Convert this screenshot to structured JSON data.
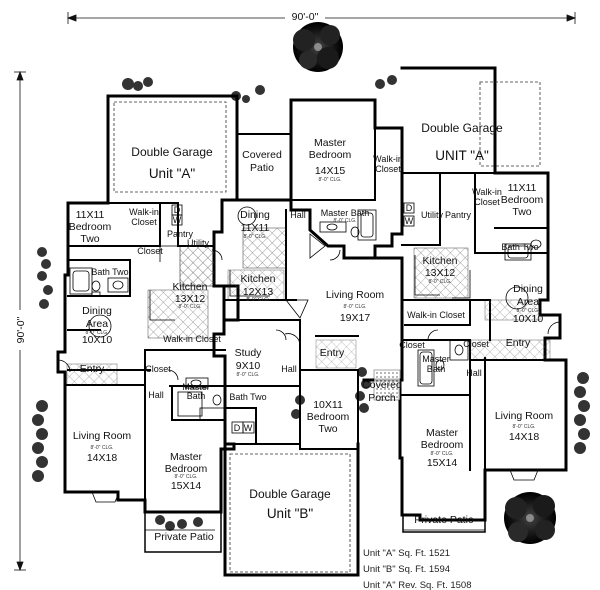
{
  "dimensions": {
    "width": "90'-0\"",
    "depth": "90'-0\""
  },
  "ceiling_note": "8'-0\" CLG.",
  "rooms": {
    "garage_a_left": {
      "name": "Double Garage",
      "sub": "Unit \"A\""
    },
    "garage_a_right": {
      "name": "Double Garage",
      "sub": "UNIT \"A\""
    },
    "garage_b": {
      "name": "Double Garage",
      "sub": "Unit \"B\""
    },
    "covered_patio": {
      "name": "Covered",
      "sub": "Patio"
    },
    "master_bedroom_b": {
      "name": "Master",
      "name2": "Bedroom",
      "size": "14X15"
    },
    "walkin_closet_b": {
      "name": "Walk-in",
      "name2": "Closet"
    },
    "hall_b": {
      "name": "Hall"
    },
    "master_bath_b": {
      "name": "Master Bath"
    },
    "dining_b": {
      "name": "Dining",
      "size": "11X11"
    },
    "kitchen_b": {
      "name": "Kitchen",
      "size": "12X13"
    },
    "living_room_b": {
      "name": "Living Room",
      "size": "19X17"
    },
    "study_b": {
      "name": "Study",
      "size": "9X10"
    },
    "entry_b": {
      "name": "Entry"
    },
    "hall_b2": {
      "name": "Hall"
    },
    "bath_two_b": {
      "name": "Bath Two"
    },
    "bedroom_two_b": {
      "name": "10X11",
      "name2": "Bedroom",
      "name3": "Two"
    },
    "covered_porch": {
      "name": "Covered",
      "sub": "Porch"
    },
    "bedroom_two_al": {
      "size": "11X11",
      "name": "Bedroom",
      "name2": "Two"
    },
    "walkin_closet_al": {
      "name": "Walk-in",
      "name2": "Closet"
    },
    "pantry_al": {
      "name": "Pantry"
    },
    "utility_al": {
      "name": "Utility"
    },
    "closet_al": {
      "name": "Closet"
    },
    "bath_two_al": {
      "name": "Bath Two"
    },
    "kitchen_al": {
      "name": "Kitchen",
      "size": "13X12"
    },
    "dining_area_al": {
      "name": "Dining",
      "name2": "Area",
      "size": "10X10"
    },
    "walkin_closet_al2": {
      "name": "Walk-in Closet"
    },
    "entry_al": {
      "name": "Entry"
    },
    "closet_al2": {
      "name": "Closet"
    },
    "hall_al": {
      "name": "Hall"
    },
    "master_bath_al": {
      "name": "Master",
      "name2": "Bath"
    },
    "living_room_al": {
      "name": "Living Room",
      "size": "14X18"
    },
    "master_bedroom_al": {
      "name": "Master",
      "name2": "Bedroom",
      "size": "15X14"
    },
    "private_patio_al": {
      "name": "Private Patio"
    },
    "bedroom_two_ar": {
      "size": "11X11",
      "name": "Bedroom",
      "name2": "Two"
    },
    "walkin_closet_ar": {
      "name": "Walk-in",
      "name2": "Closet"
    },
    "utility_ar": {
      "name": "Utility"
    },
    "pantry_ar": {
      "name": "Pantry"
    },
    "bath_two_ar": {
      "name": "Bath Two"
    },
    "kitchen_ar": {
      "name": "Kitchen",
      "size": "13X12"
    },
    "dining_area_ar": {
      "name": "Dining",
      "name2": "Area",
      "size": "10X10"
    },
    "walkin_closet_ar2": {
      "name": "Walk-in Closet"
    },
    "entry_ar": {
      "name": "Entry"
    },
    "closet_ar": {
      "name": "Closet"
    },
    "hall_ar": {
      "name": "Hall"
    },
    "master_bath_ar": {
      "name": "Master",
      "name2": "Bath"
    },
    "closet_ar2": {
      "name": "Closet"
    },
    "master_bedroom_ar": {
      "name": "Master",
      "name2": "Bedroom",
      "size": "15X14"
    },
    "living_room_ar": {
      "name": "Living Room",
      "size": "14X18"
    },
    "private_patio_ar": {
      "name": "Private Patio"
    }
  },
  "appliances": {
    "washer": "W",
    "dryer": "D"
  },
  "areas": [
    "Unit \"A\" Sq. Ft. 1521",
    "Unit \"B\" Sq. Ft. 1594",
    "Unit \"A\" Rev. Sq. Ft. 1508"
  ]
}
